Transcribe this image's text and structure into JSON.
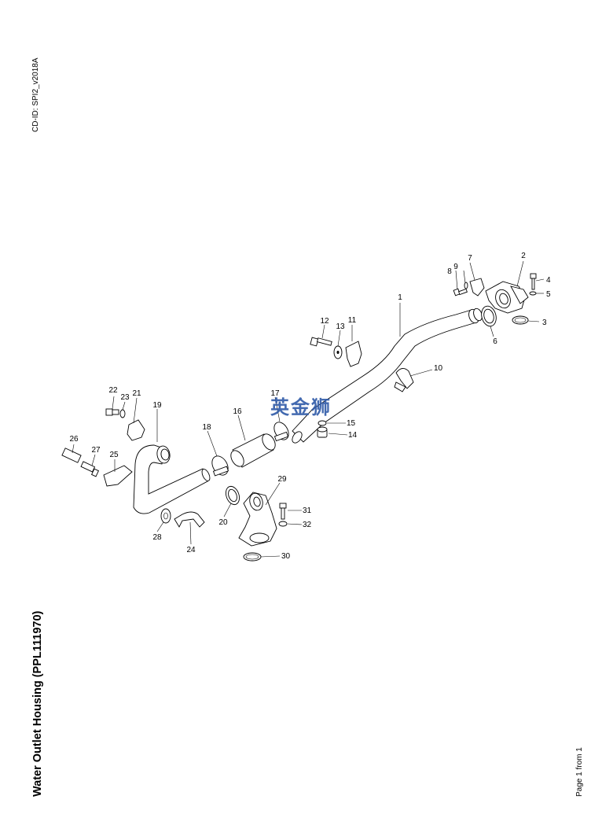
{
  "header": {
    "cd_id": "CD-ID: SPI2_v2018A"
  },
  "footer": {
    "title": "Water Outlet Housing (PPL111970)",
    "page": "Page 1 from 1"
  },
  "watermark": {
    "text": "英金狮",
    "color": "#2f5aa8"
  },
  "callouts": [
    "1",
    "2",
    "3",
    "4",
    "5",
    "6",
    "7",
    "8",
    "9",
    "10",
    "11",
    "12",
    "13",
    "14",
    "15",
    "16",
    "17",
    "18",
    "19",
    "20",
    "21",
    "22",
    "23",
    "24",
    "25",
    "26",
    "27",
    "28",
    "29",
    "30",
    "31",
    "32"
  ]
}
